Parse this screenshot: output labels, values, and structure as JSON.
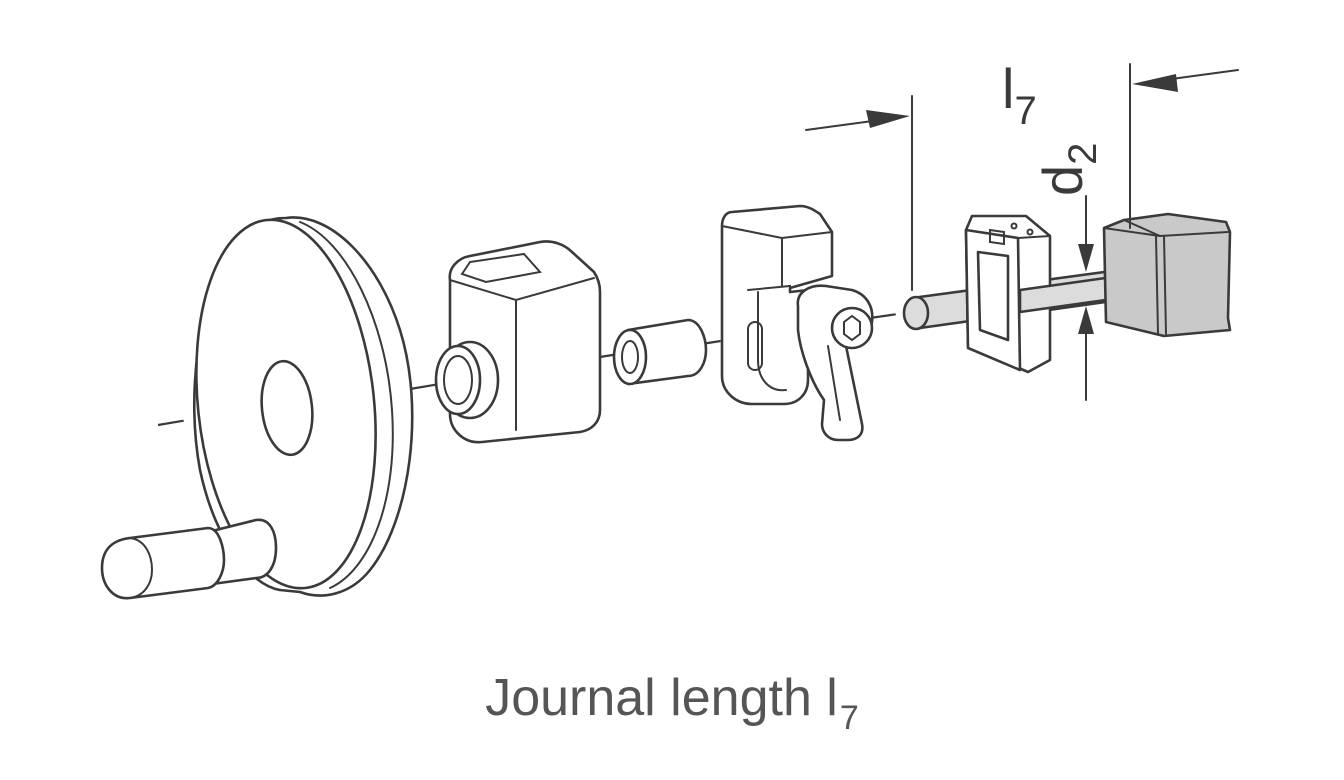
{
  "caption": {
    "text": "Journal length l",
    "subscript": "7"
  },
  "labels": {
    "length": {
      "main": "l",
      "sub": "7"
    },
    "diameter": {
      "main": "d",
      "sub": "2"
    }
  },
  "colors": {
    "line": "#3a3a3a",
    "shaft": "#c9c9c9",
    "caption": "#555555"
  }
}
